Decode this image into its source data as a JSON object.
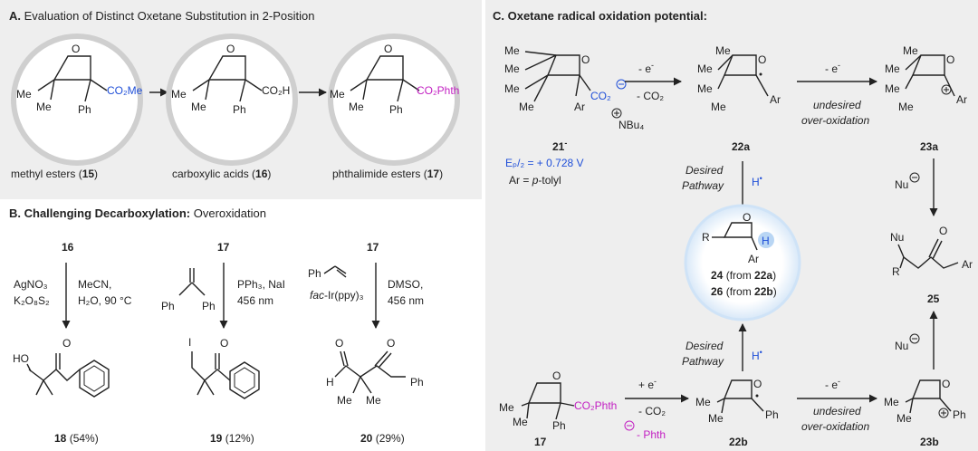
{
  "panel_a": {
    "title_prefix": "A.",
    "title": "Evaluation of Distinct Oxetane Substitution in 2-Position",
    "methyl_esters": {
      "label": "methyl esters (",
      "num": "15",
      "close": ")",
      "group": "CO₂Me"
    },
    "carboxylic_acids": {
      "label": "carboxylic acids (",
      "num": "16",
      "close": ")",
      "group": "CO₂H"
    },
    "phthalimide_esters": {
      "label": "phthalimide esters (",
      "num": "17",
      "close": ")",
      "group": "CO₂Phth"
    }
  },
  "panel_b": {
    "title_prefix": "B.",
    "title_bold": "Challenging Decarboxylation:",
    "title_rest": " Overoxidation",
    "col1": {
      "start": "16",
      "reagent1": "AgNO₃",
      "reagent2": "K₂O₈S₂",
      "cond1": "MeCN,",
      "cond2": "H₂O, 90 °C",
      "product_num": "18",
      "yield": " (54%)"
    },
    "col2": {
      "start": "17",
      "cond1": "PPh₃, NaI",
      "cond2": "456 nm",
      "product_num": "19",
      "yield": " (12%)"
    },
    "col3": {
      "start": "17",
      "reagent2": "fac",
      "reagent2b": "-Ir(ppy)₃",
      "cond1": "DMSO,",
      "cond2": "456 nm",
      "product_num": "20",
      "yield": " (29%)"
    }
  },
  "panel_c": {
    "title": "C. Oxetane radical oxidation potential:",
    "cmpd21": "21",
    "cmpd21_sup": "-",
    "nbu4": "NBu₄",
    "ep": "Eₚ/₂ = + 0.728 V",
    "ar_prefix": "Ar = ",
    "ar_value": "p",
    "ar_suffix": "-tolyl",
    "minus_e": "- e",
    "minus_co2": "- CO₂",
    "cmpd22a": "22a",
    "undesired": "undesired",
    "over_ox": "over-oxidation",
    "cmpd23a": "23a",
    "desired": "Desired",
    "pathway": "Pathway",
    "h_dot": "H",
    "nu": "Nu",
    "cmpd24": "24",
    "from22a": " (from ",
    "ref22a": "22a",
    "cmpd26": "26",
    "ref22b": "22b",
    "cmpd25": "25",
    "cmpd17": "17",
    "plus_e": "+ e",
    "phth": "- Phth",
    "cmpd22b": "22b",
    "cmpd23b": "23b",
    "co2phth": "CO₂Phth",
    "co2": "CO₂",
    "me": "Me",
    "ph": "Ph",
    "ar": "Ar",
    "r": "R",
    "h": "H",
    "o": "O",
    "i_atom": "I",
    "ho": "HO"
  },
  "colors": {
    "panel_bg": "#eeeeee",
    "ring": "#cfcfcf",
    "blue": "#1f4fd8",
    "magenta": "#c21fc2",
    "glow": "#cfe3f7"
  }
}
